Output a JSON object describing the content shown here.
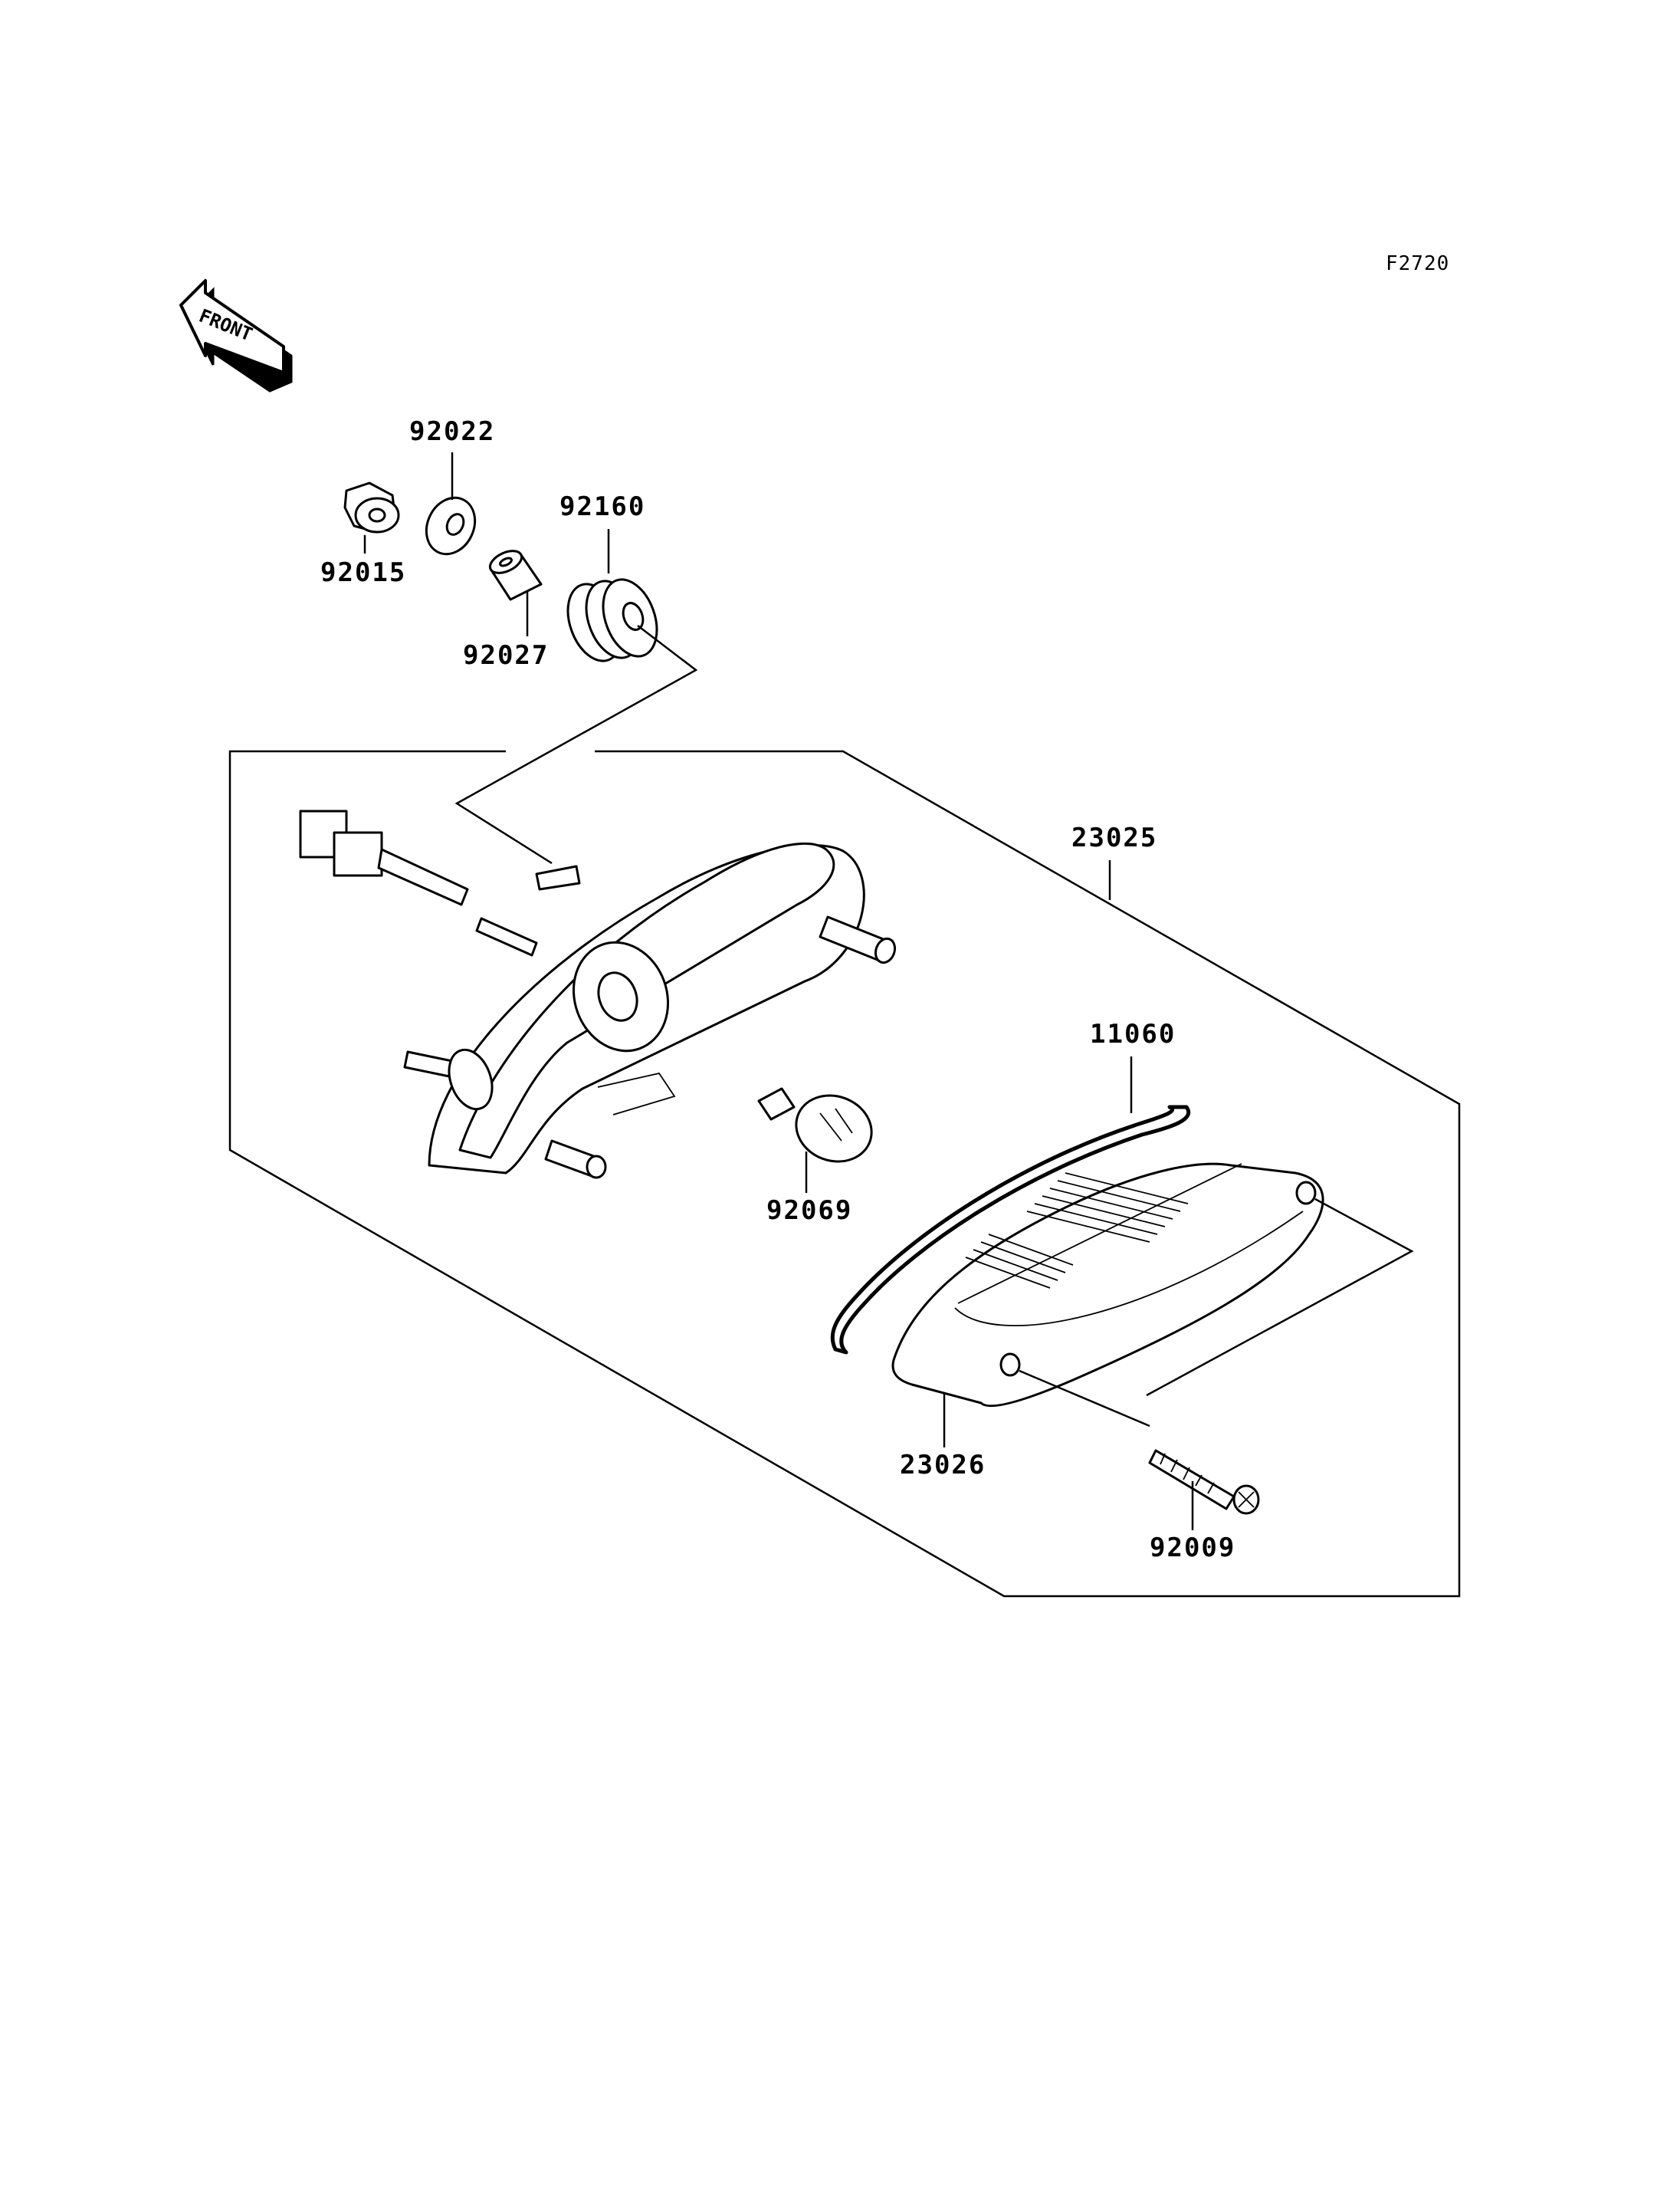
{
  "diagram": {
    "reference_code": "F2720",
    "front_label": "FRONT",
    "parts": [
      {
        "id": "p-92015",
        "number": "92015"
      },
      {
        "id": "p-92022",
        "number": "92022"
      },
      {
        "id": "p-92160",
        "number": "92160"
      },
      {
        "id": "p-92027",
        "number": "92027"
      },
      {
        "id": "p-23025",
        "number": "23025"
      },
      {
        "id": "p-11060",
        "number": "11060"
      },
      {
        "id": "p-92069",
        "number": "92069"
      },
      {
        "id": "p-23026",
        "number": "23026"
      },
      {
        "id": "p-92009",
        "number": "92009"
      }
    ]
  }
}
